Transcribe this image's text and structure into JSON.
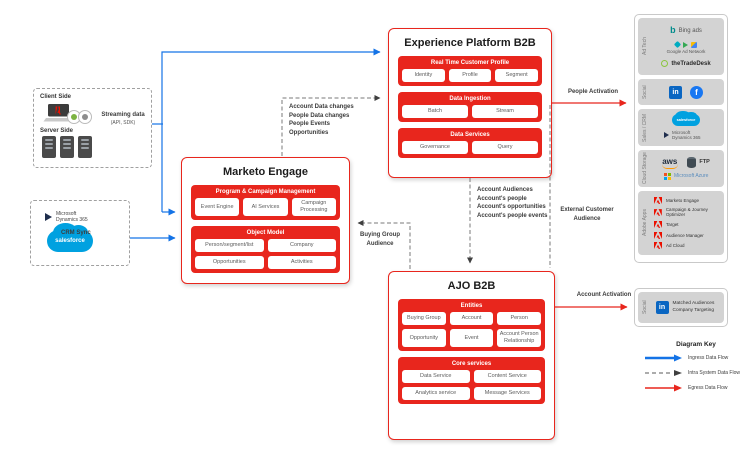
{
  "colors": {
    "accent_red": "#e8261d",
    "ingress_blue": "#1473e6",
    "intra_gray": "#7a7a7a",
    "adobe_red": "#eb1000",
    "linkedin_blue": "#0a66c2",
    "facebook_blue": "#1877f2",
    "salesforce_blue": "#00a1e0"
  },
  "left": {
    "client_side_label": "Client Side",
    "server_side_label": "Server Side",
    "dynamics_label": "Microsoft Dynamics 365",
    "salesforce_label": "salesforce"
  },
  "flows": {
    "streaming_label": "Streaming data",
    "streaming_sub": "(API, SDK)",
    "crm_sync": "CRM Sync",
    "marketo_to_epp_lines": [
      "Account Data changes",
      "People Data changes",
      "People Events",
      "Opportunities"
    ],
    "epp_to_ajo_lines": [
      "Account Audiences",
      "Account's people",
      "Account's opportunities",
      "Account's people events"
    ],
    "external_customer": "External Customer Audience",
    "buying_group": "Buying Group Audience",
    "people_activation": "People Activation",
    "account_activation": "Account Activation"
  },
  "epp": {
    "title": "Experience Platform B2B",
    "sections": [
      {
        "title": "Real Time Customer Profile",
        "chips": [
          "Identity",
          "Profile",
          "Segment"
        ]
      },
      {
        "title": "Data Ingestion",
        "chips": [
          "Batch",
          "Stream"
        ]
      },
      {
        "title": "Data Services",
        "chips": [
          "Governance",
          "Query"
        ]
      }
    ]
  },
  "marketo": {
    "title": "Marketo Engage",
    "sections": [
      {
        "title": "Program & Campaign Management",
        "chips": [
          "Event Engine",
          "AI Services",
          "Campaign Processing"
        ]
      },
      {
        "title": "Object Model",
        "chips": [
          "Person/segment/list",
          "Company",
          "Opportunities",
          "Activities"
        ]
      }
    ]
  },
  "ajo": {
    "title": "AJO B2B",
    "sections": [
      {
        "title": "Entities",
        "chips": [
          "Buying Group",
          "Account",
          "Person",
          "Opportunity",
          "Event",
          "Account Person Relationship"
        ]
      },
      {
        "title": "Core services",
        "chips": [
          "Data Service",
          "Content Service",
          "Analytics service",
          "Message Services"
        ]
      }
    ]
  },
  "destinations": {
    "glyphs": {
      "bing": "b",
      "linkedin": "in",
      "facebook": "f"
    },
    "groups": [
      {
        "label": "Ad Tech",
        "items": [
          "Bing ads",
          "Google Ad Network",
          "theTradeDesk"
        ]
      },
      {
        "label": "Social",
        "items": [
          "LinkedIn",
          "Facebook"
        ]
      },
      {
        "label": "Sales / CRM",
        "items": [
          "salesforce",
          "Microsoft Dynamics 365"
        ]
      },
      {
        "label": "Cloud Storage",
        "items": [
          "aws",
          "FTP",
          "Microsoft Azure"
        ]
      },
      {
        "label": "Adobe Apps",
        "items": [
          "Marketo Engage",
          "Campaign & Journey Optimizer",
          "Target",
          "Audience Manager",
          "Ad Cloud"
        ]
      }
    ],
    "account_box": {
      "label": "Social",
      "glyph": "in",
      "text": "Matched Audiences Company Targeting"
    }
  },
  "key": {
    "title": "Diagram Key",
    "items": [
      {
        "label": "Ingress Data Flow"
      },
      {
        "label": "Intra System Data Flow"
      },
      {
        "label": "Egress Data Flow"
      }
    ]
  }
}
